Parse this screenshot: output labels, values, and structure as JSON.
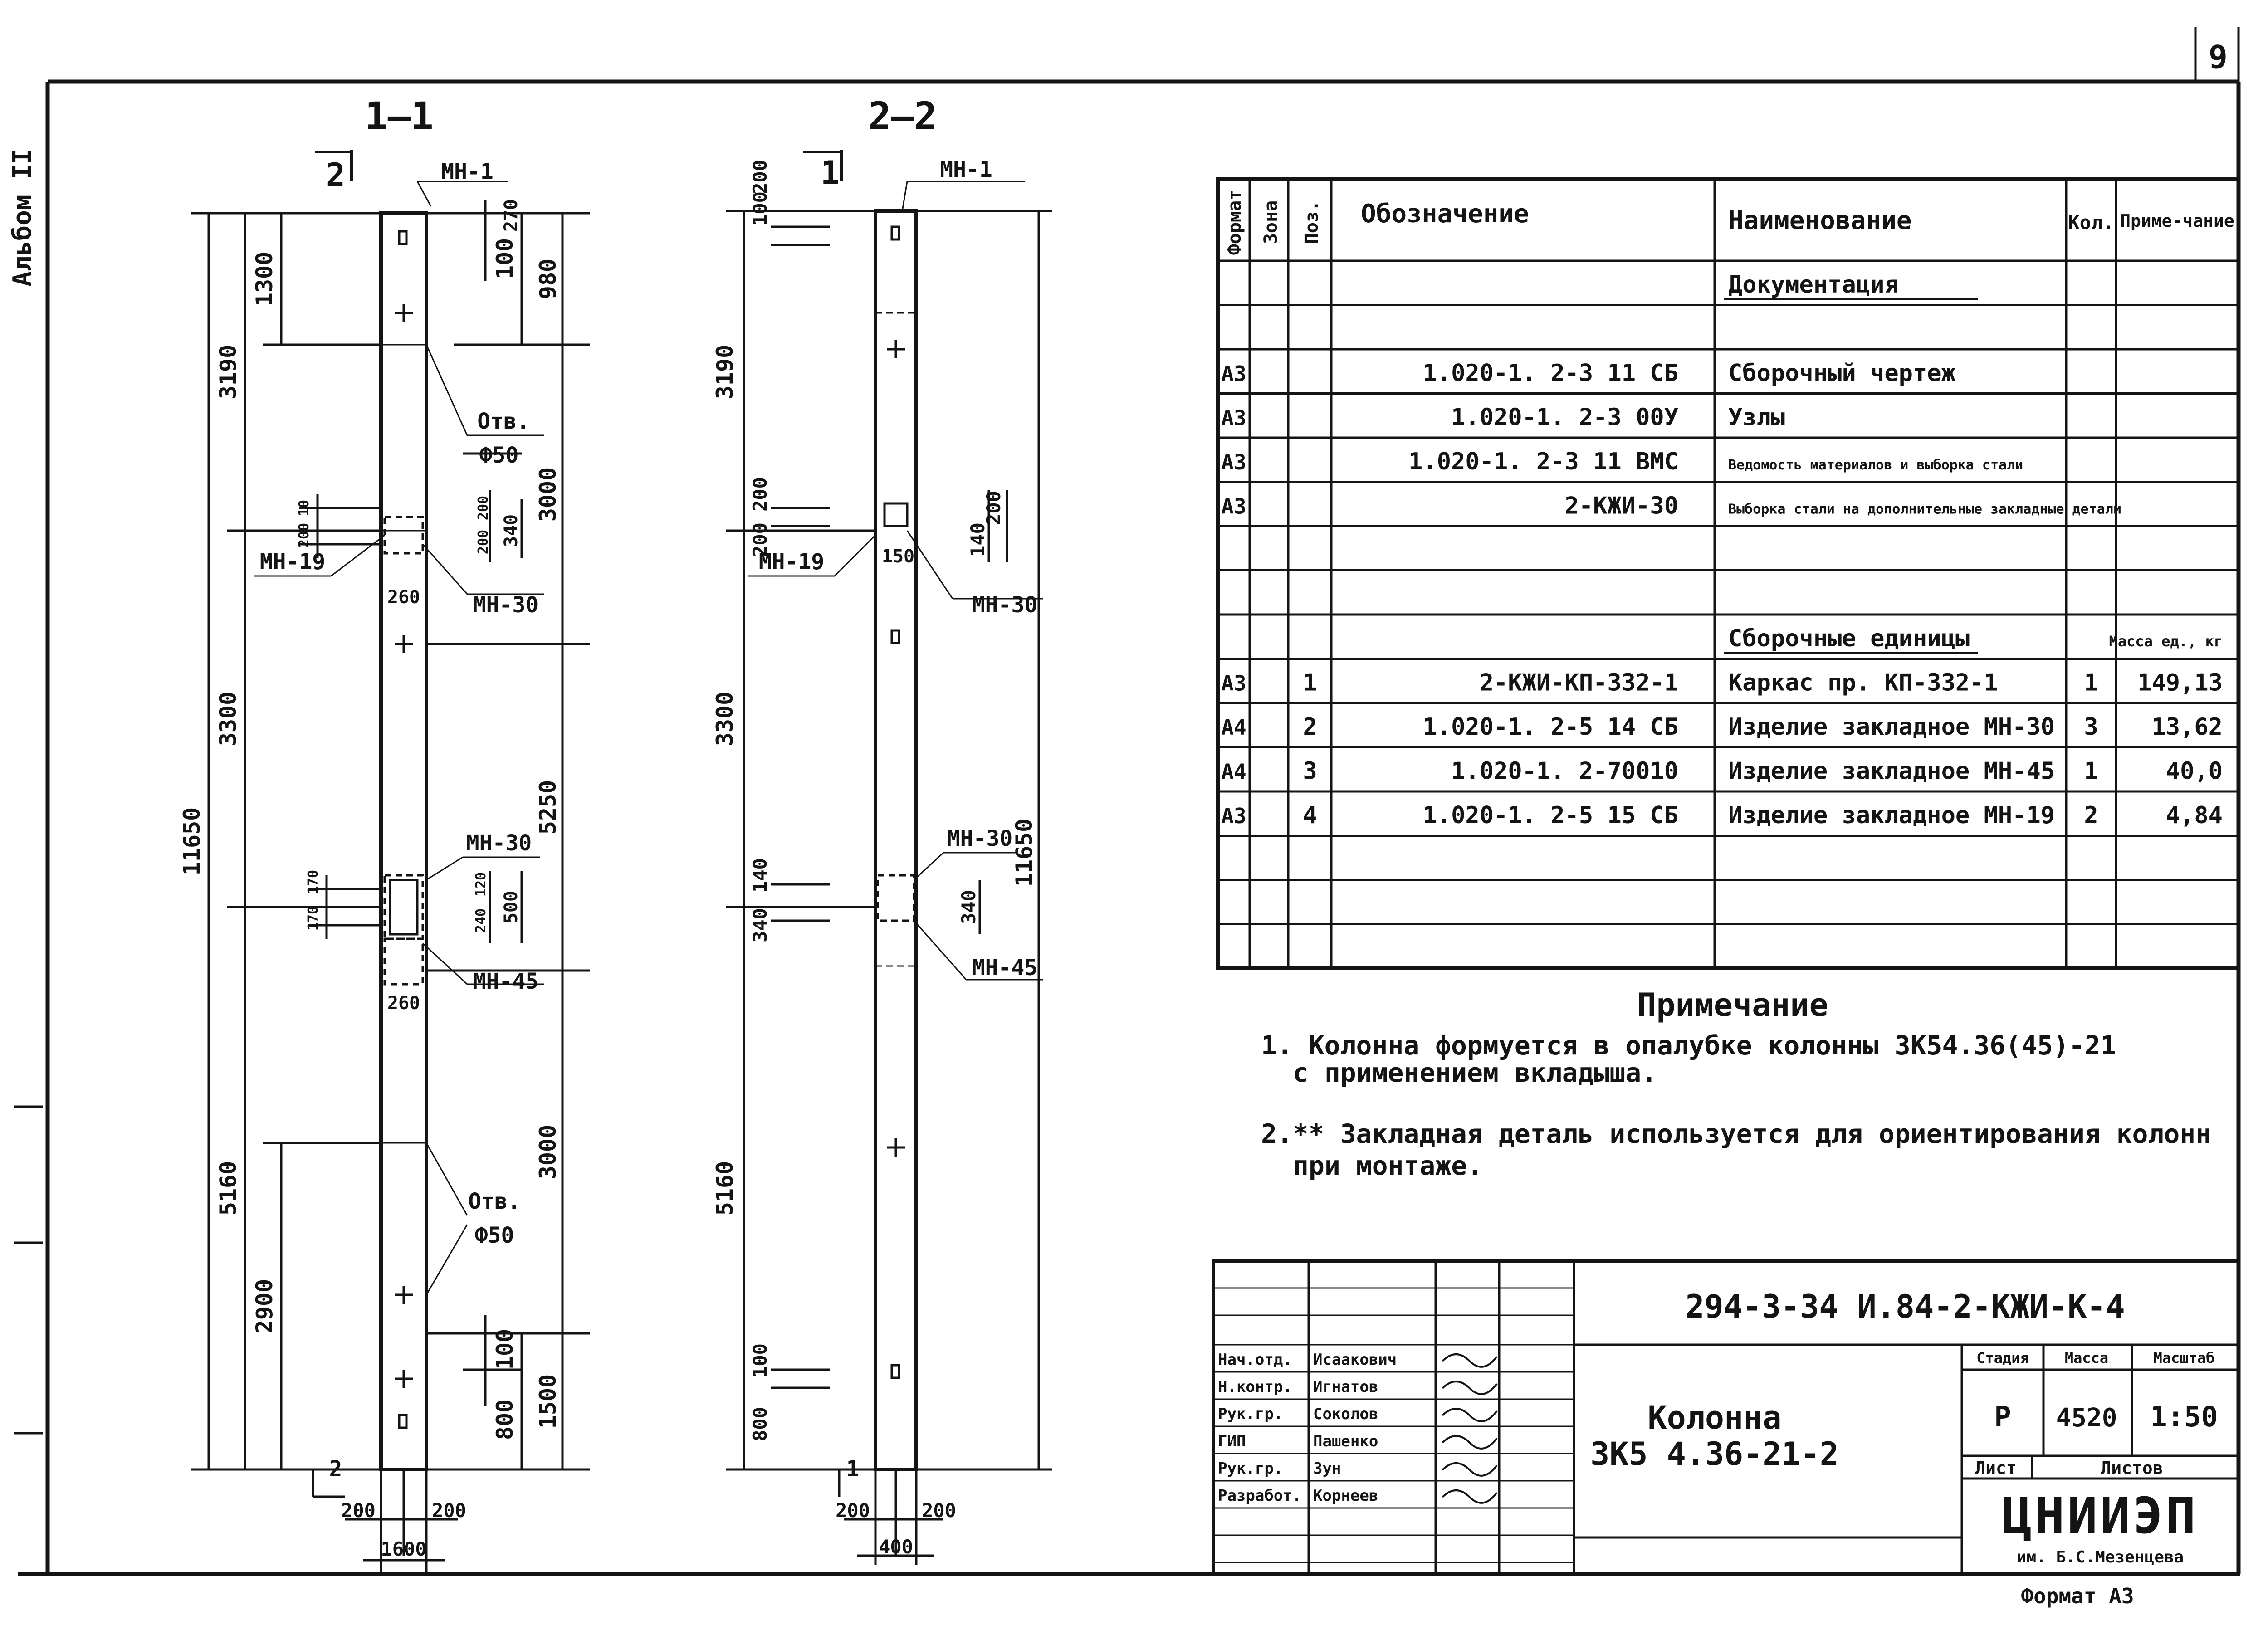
{
  "sheet": {
    "number": "9",
    "side_label": "Альбом II",
    "format": "Формат А3"
  },
  "section_1": {
    "title": "1—1",
    "cut_mark": "2",
    "top_label": "МН-1",
    "dims_left_outer": "11650",
    "dims_left_mid": [
      "3190",
      "3300",
      "5160"
    ],
    "dims_left_inner": [
      "1300",
      "2900"
    ],
    "dims_left_small": [
      "10",
      "200",
      "170",
      "170"
    ],
    "dims_right": [
      "270",
      "100",
      "980",
      "3000",
      "200",
      "200",
      "340",
      "5250",
      "120",
      "240",
      "500",
      "3000",
      "100",
      "800",
      "1500"
    ],
    "labels": [
      "Отв.",
      "Ф50",
      "МН-19",
      "МН-30",
      "МН-30",
      "МН-45",
      "Отв.",
      "Ф50"
    ],
    "inner_dims": [
      "260",
      "260"
    ],
    "bottom_dims": [
      "200",
      "200",
      "1600"
    ],
    "bottom_mark": "2"
  },
  "section_2": {
    "title": "2—2",
    "cut_mark": "1",
    "top_label": "МН-1",
    "dims_left": [
      "100",
      "200",
      "3190",
      "200",
      "200",
      "3300",
      "140",
      "340",
      "5160",
      "100",
      "800"
    ],
    "dims_right": [
      "200",
      "140",
      "150",
      "340",
      "11650"
    ],
    "labels": [
      "МН-19",
      "МН-30",
      "МН-30",
      "МН-45"
    ],
    "bottom_dims": [
      "200",
      "200",
      "400"
    ],
    "bottom_mark": "1"
  },
  "spec_table": {
    "headers": [
      "Формат",
      "Зона",
      "Поз.",
      "Обозначение",
      "Наименование",
      "Кол.",
      "Приме-чание"
    ],
    "rows": [
      {
        "fmt": "",
        "pos": "",
        "designation": "",
        "name": "Документация",
        "qty": "",
        "note": ""
      },
      {
        "fmt": "",
        "pos": "",
        "designation": "",
        "name": "",
        "qty": "",
        "note": ""
      },
      {
        "fmt": "А3",
        "pos": "",
        "designation": "1.020-1. 2-3 11 СБ",
        "name": "Сборочный чертеж",
        "qty": "",
        "note": ""
      },
      {
        "fmt": "А3",
        "pos": "",
        "designation": "1.020-1. 2-3 00У",
        "name": "Узлы",
        "qty": "",
        "note": ""
      },
      {
        "fmt": "А3",
        "pos": "",
        "designation": "1.020-1. 2-3 11 ВМС",
        "name": "Ведомость материалов и выборка стали",
        "qty": "",
        "note": ""
      },
      {
        "fmt": "А3",
        "pos": "",
        "designation": "2-КЖИ-30",
        "name": "Выборка стали на дополнительные закладные детали",
        "qty": "",
        "note": ""
      },
      {
        "fmt": "",
        "pos": "",
        "designation": "",
        "name": "",
        "qty": "",
        "note": ""
      },
      {
        "fmt": "",
        "pos": "",
        "designation": "",
        "name": "",
        "qty": "",
        "note": ""
      },
      {
        "fmt": "",
        "pos": "",
        "designation": "",
        "name": "Сборочные единицы",
        "qty": "",
        "note": "Масса ед., кг"
      },
      {
        "fmt": "А3",
        "pos": "1",
        "designation": "2-КЖИ-КП-332-1",
        "name": "Каркас пр. КП-332-1",
        "qty": "1",
        "note": "149,13"
      },
      {
        "fmt": "А4",
        "pos": "2",
        "designation": "1.020-1. 2-5 14 СБ",
        "name": "Изделие закладное МН-30",
        "qty": "3",
        "note": "13,62"
      },
      {
        "fmt": "А4",
        "pos": "3",
        "designation": "1.020-1. 2-70010",
        "name": "Изделие закладное МН-45",
        "qty": "1",
        "note": "40,0"
      },
      {
        "fmt": "А3",
        "pos": "4",
        "designation": "1.020-1. 2-5 15 СБ",
        "name": "Изделие закладное МН-19",
        "qty": "2",
        "note": "4,84"
      },
      {
        "fmt": "",
        "pos": "",
        "designation": "",
        "name": "",
        "qty": "",
        "note": ""
      },
      {
        "fmt": "",
        "pos": "",
        "designation": "",
        "name": "",
        "qty": "",
        "note": ""
      },
      {
        "fmt": "",
        "pos": "",
        "designation": "",
        "name": "",
        "qty": "",
        "note": ""
      }
    ]
  },
  "notes": {
    "heading": "Примечание",
    "items": [
      "1. Колонна формуется в опалубке колонны 3К54.36(45)-21",
      "с применением вкладыша.",
      "2.** Закладная деталь используется для ориентирования колонн",
      "при монтаже."
    ]
  },
  "title_block": {
    "code": "294-3-34 И.84-2-КЖИ-К-4",
    "object_name": "Колонна",
    "object_mark": "3К5 4.36-21-2",
    "roles": [
      "Нач.отд.",
      "Н.контр.",
      "Рук.гр.",
      "ГИП",
      "Рук.гр.",
      "Разработ."
    ],
    "names": [
      "Исаакович",
      "Игнатов",
      "Соколов",
      "Пашенко",
      "Зун",
      "Корнеев"
    ],
    "stage_label": "Стадия",
    "mass_label": "Масса",
    "scale_label": "Масштаб",
    "stage": "Р",
    "mass": "4520",
    "scale": "1:50",
    "sheet_label": "Лист",
    "sheets_label": "Листов",
    "org": "ЦНИИЭП",
    "org_sub": "им. Б.С.Мезенцева"
  }
}
